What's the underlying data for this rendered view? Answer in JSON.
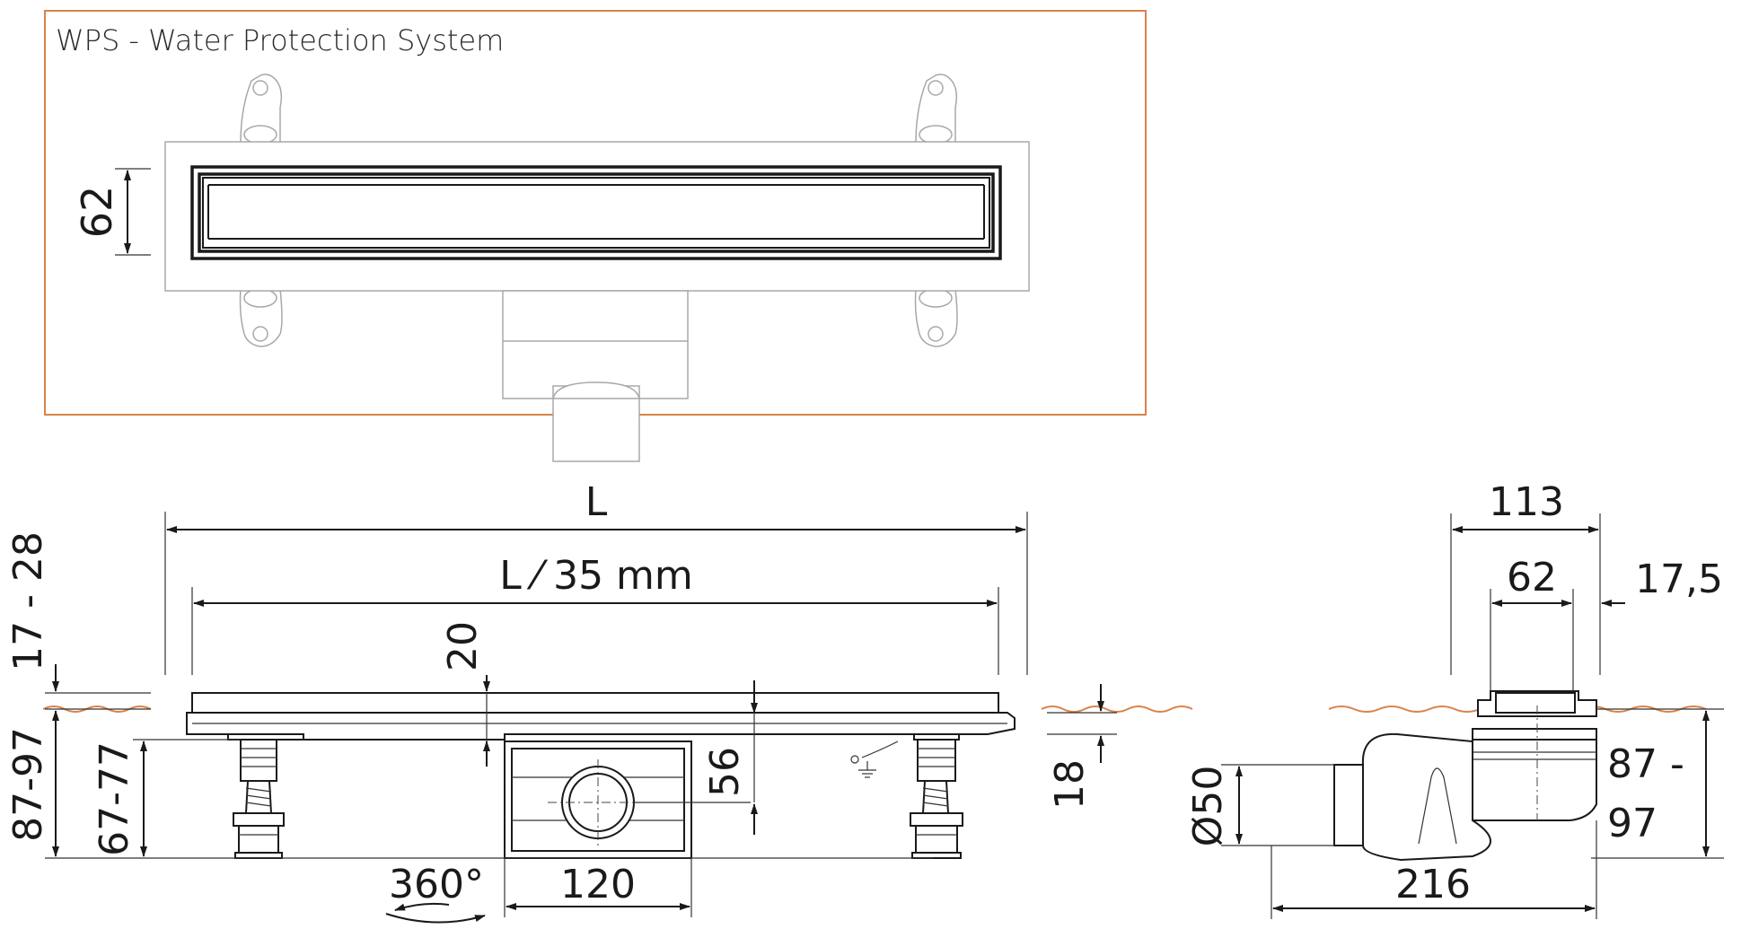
{
  "title": "WPS - Water Protection System",
  "dimensions": {
    "top_width": "62",
    "length": "L",
    "length_minus": "L ⁄ 35 mm",
    "depth_20": "20",
    "range_17_28": "17 - 28",
    "range_87_97_left": "87-97",
    "range_67_77": "67-77",
    "height_56": "56",
    "height_18": "18",
    "rotation": "360°",
    "outlet_width": "120",
    "side_113": "113",
    "side_62": "62",
    "side_17_5": "17,5",
    "diameter_50": "Ø50",
    "side_87": "87 -",
    "side_97": "97",
    "side_216": "216"
  },
  "colors": {
    "frame": "#d9834a",
    "line": "#1a1a1a",
    "faint": "#a8a8a8"
  }
}
